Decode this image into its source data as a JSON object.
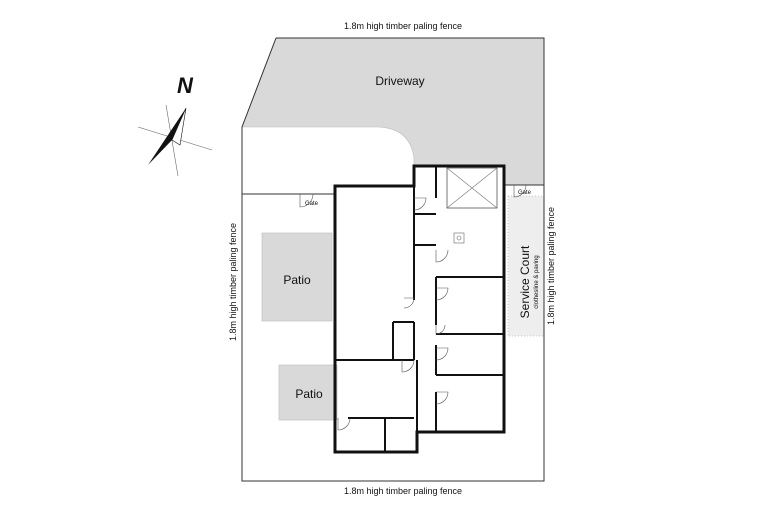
{
  "colors": {
    "pave": "#d9d9d9",
    "line": "#111111",
    "boundary": "#333333"
  },
  "compass": {
    "label": "N"
  },
  "fence": {
    "top": "1.8m high timber paling fence",
    "bottom": "1.8m high timber paling fence",
    "left": "1.8m high timber paling fence",
    "right": "1.8m high timber paling fence"
  },
  "areas": {
    "driveway": "Driveway",
    "patio_upper": "Patio",
    "patio_lower": "Patio",
    "service_court": "Service Court",
    "service_court_note": "clothesline & paving"
  },
  "gates": {
    "left": "Gate",
    "right": "Gate"
  }
}
